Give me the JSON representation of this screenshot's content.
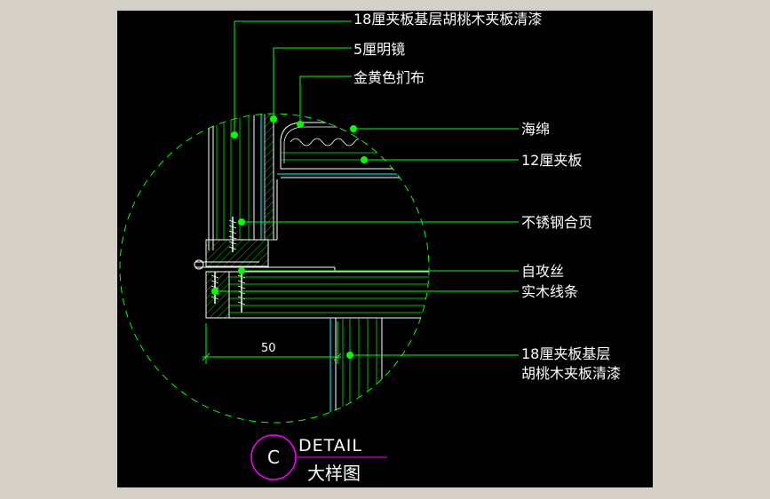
{
  "colors": {
    "background": "#d4d0c8",
    "canvas": "#000000",
    "annotation": "#ffffff",
    "leader": "#00ff00",
    "detail_circle": "#00ff00",
    "hatch": "#00ff00",
    "dimension": "#00ff00",
    "mirror": "#00ffff",
    "title_circle": "#ff00ff",
    "title_underline": "#ff00ff"
  },
  "labels": {
    "top_panel": "18厘夹板基层胡桃木夹板清漆",
    "mirror": "5厘明镜",
    "fabric": "金黄色扪布",
    "sponge": "海绵",
    "plywood": "12厘夹板",
    "hinge": "不锈钢合页",
    "screw": "自攻丝",
    "wood_strip": "实木线条",
    "bottom_panel_line1": "18厘夹板基层",
    "bottom_panel_line2": "胡桃木夹板清漆"
  },
  "dimension": {
    "value": "50"
  },
  "title": {
    "letter": "C",
    "heading": "DETAIL",
    "subtitle": "大样图"
  }
}
